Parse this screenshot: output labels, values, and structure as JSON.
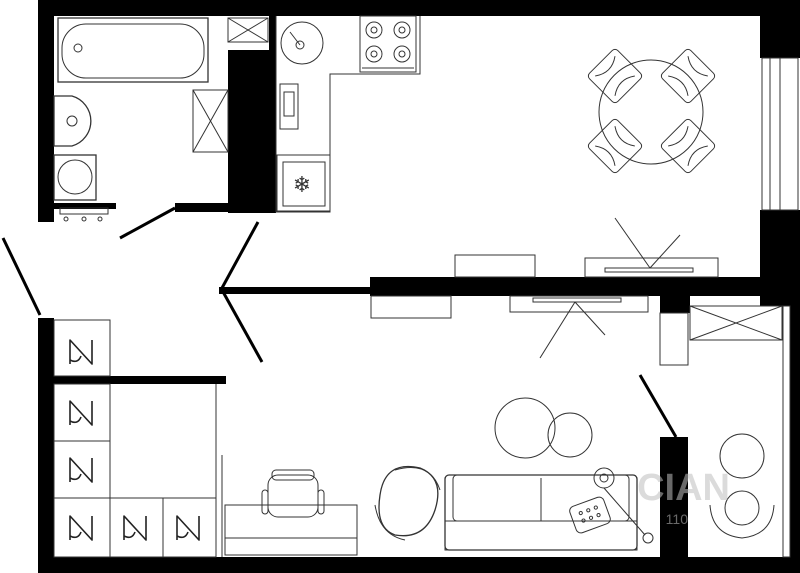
{
  "plan": {
    "type": "apartment-floor-plan",
    "rooms": [
      "bathroom",
      "kitchen-dining",
      "hallway",
      "living-room",
      "balcony"
    ],
    "watermark_text": "CIAN",
    "watermark_number": "110"
  },
  "icons": {
    "snowflake": "❄"
  }
}
